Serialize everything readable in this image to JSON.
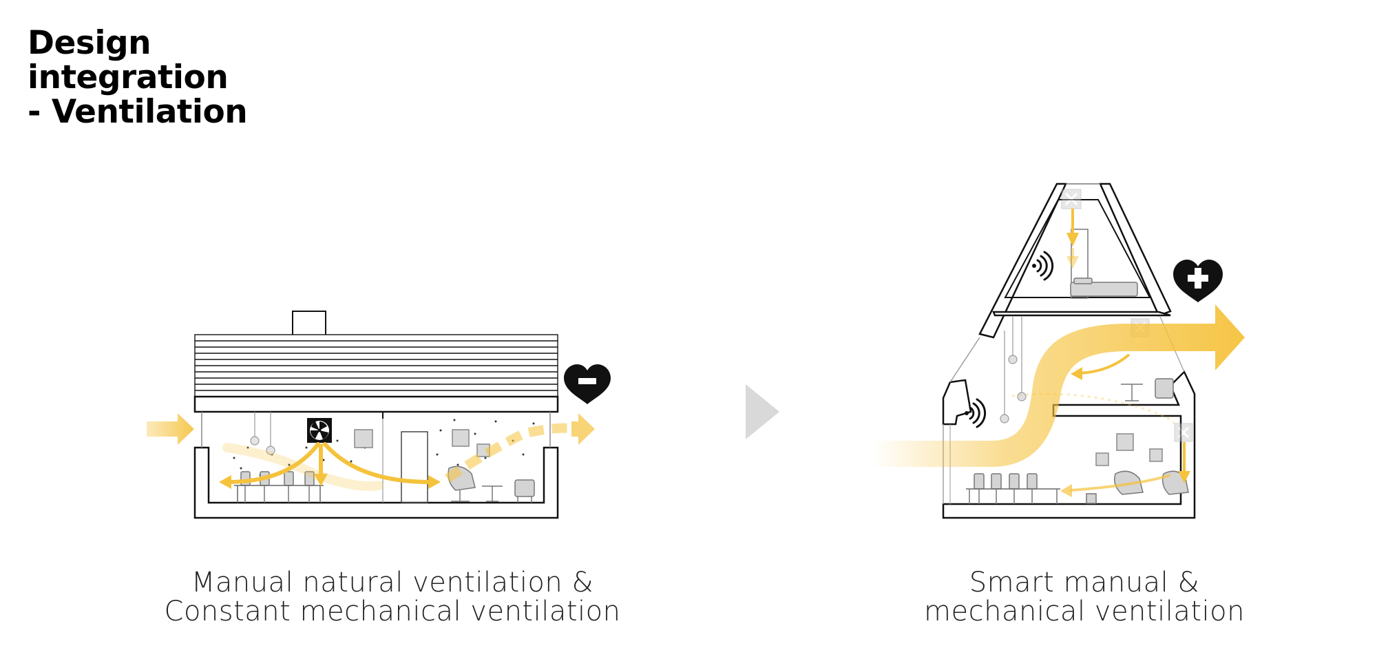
{
  "title": {
    "line1": "Design",
    "line2": "integration",
    "line3": "- Ventilation"
  },
  "captions": {
    "left": {
      "line1": "Manual natural ventilation &",
      "line2": "Constant mechanical ventilation"
    },
    "right": {
      "line1": "Smart manual &",
      "line2": "mechanical ventilation"
    }
  },
  "icons": {
    "left_heart": "heart-minus-icon",
    "right_heart": "heart-plus-icon",
    "fan": "fan-icon",
    "wifi": "wifi-icon",
    "arrow": "play-arrow-icon"
  },
  "colors": {
    "accent": "#f5c23c",
    "line": "#111111",
    "grey": "#cfcfcf"
  }
}
